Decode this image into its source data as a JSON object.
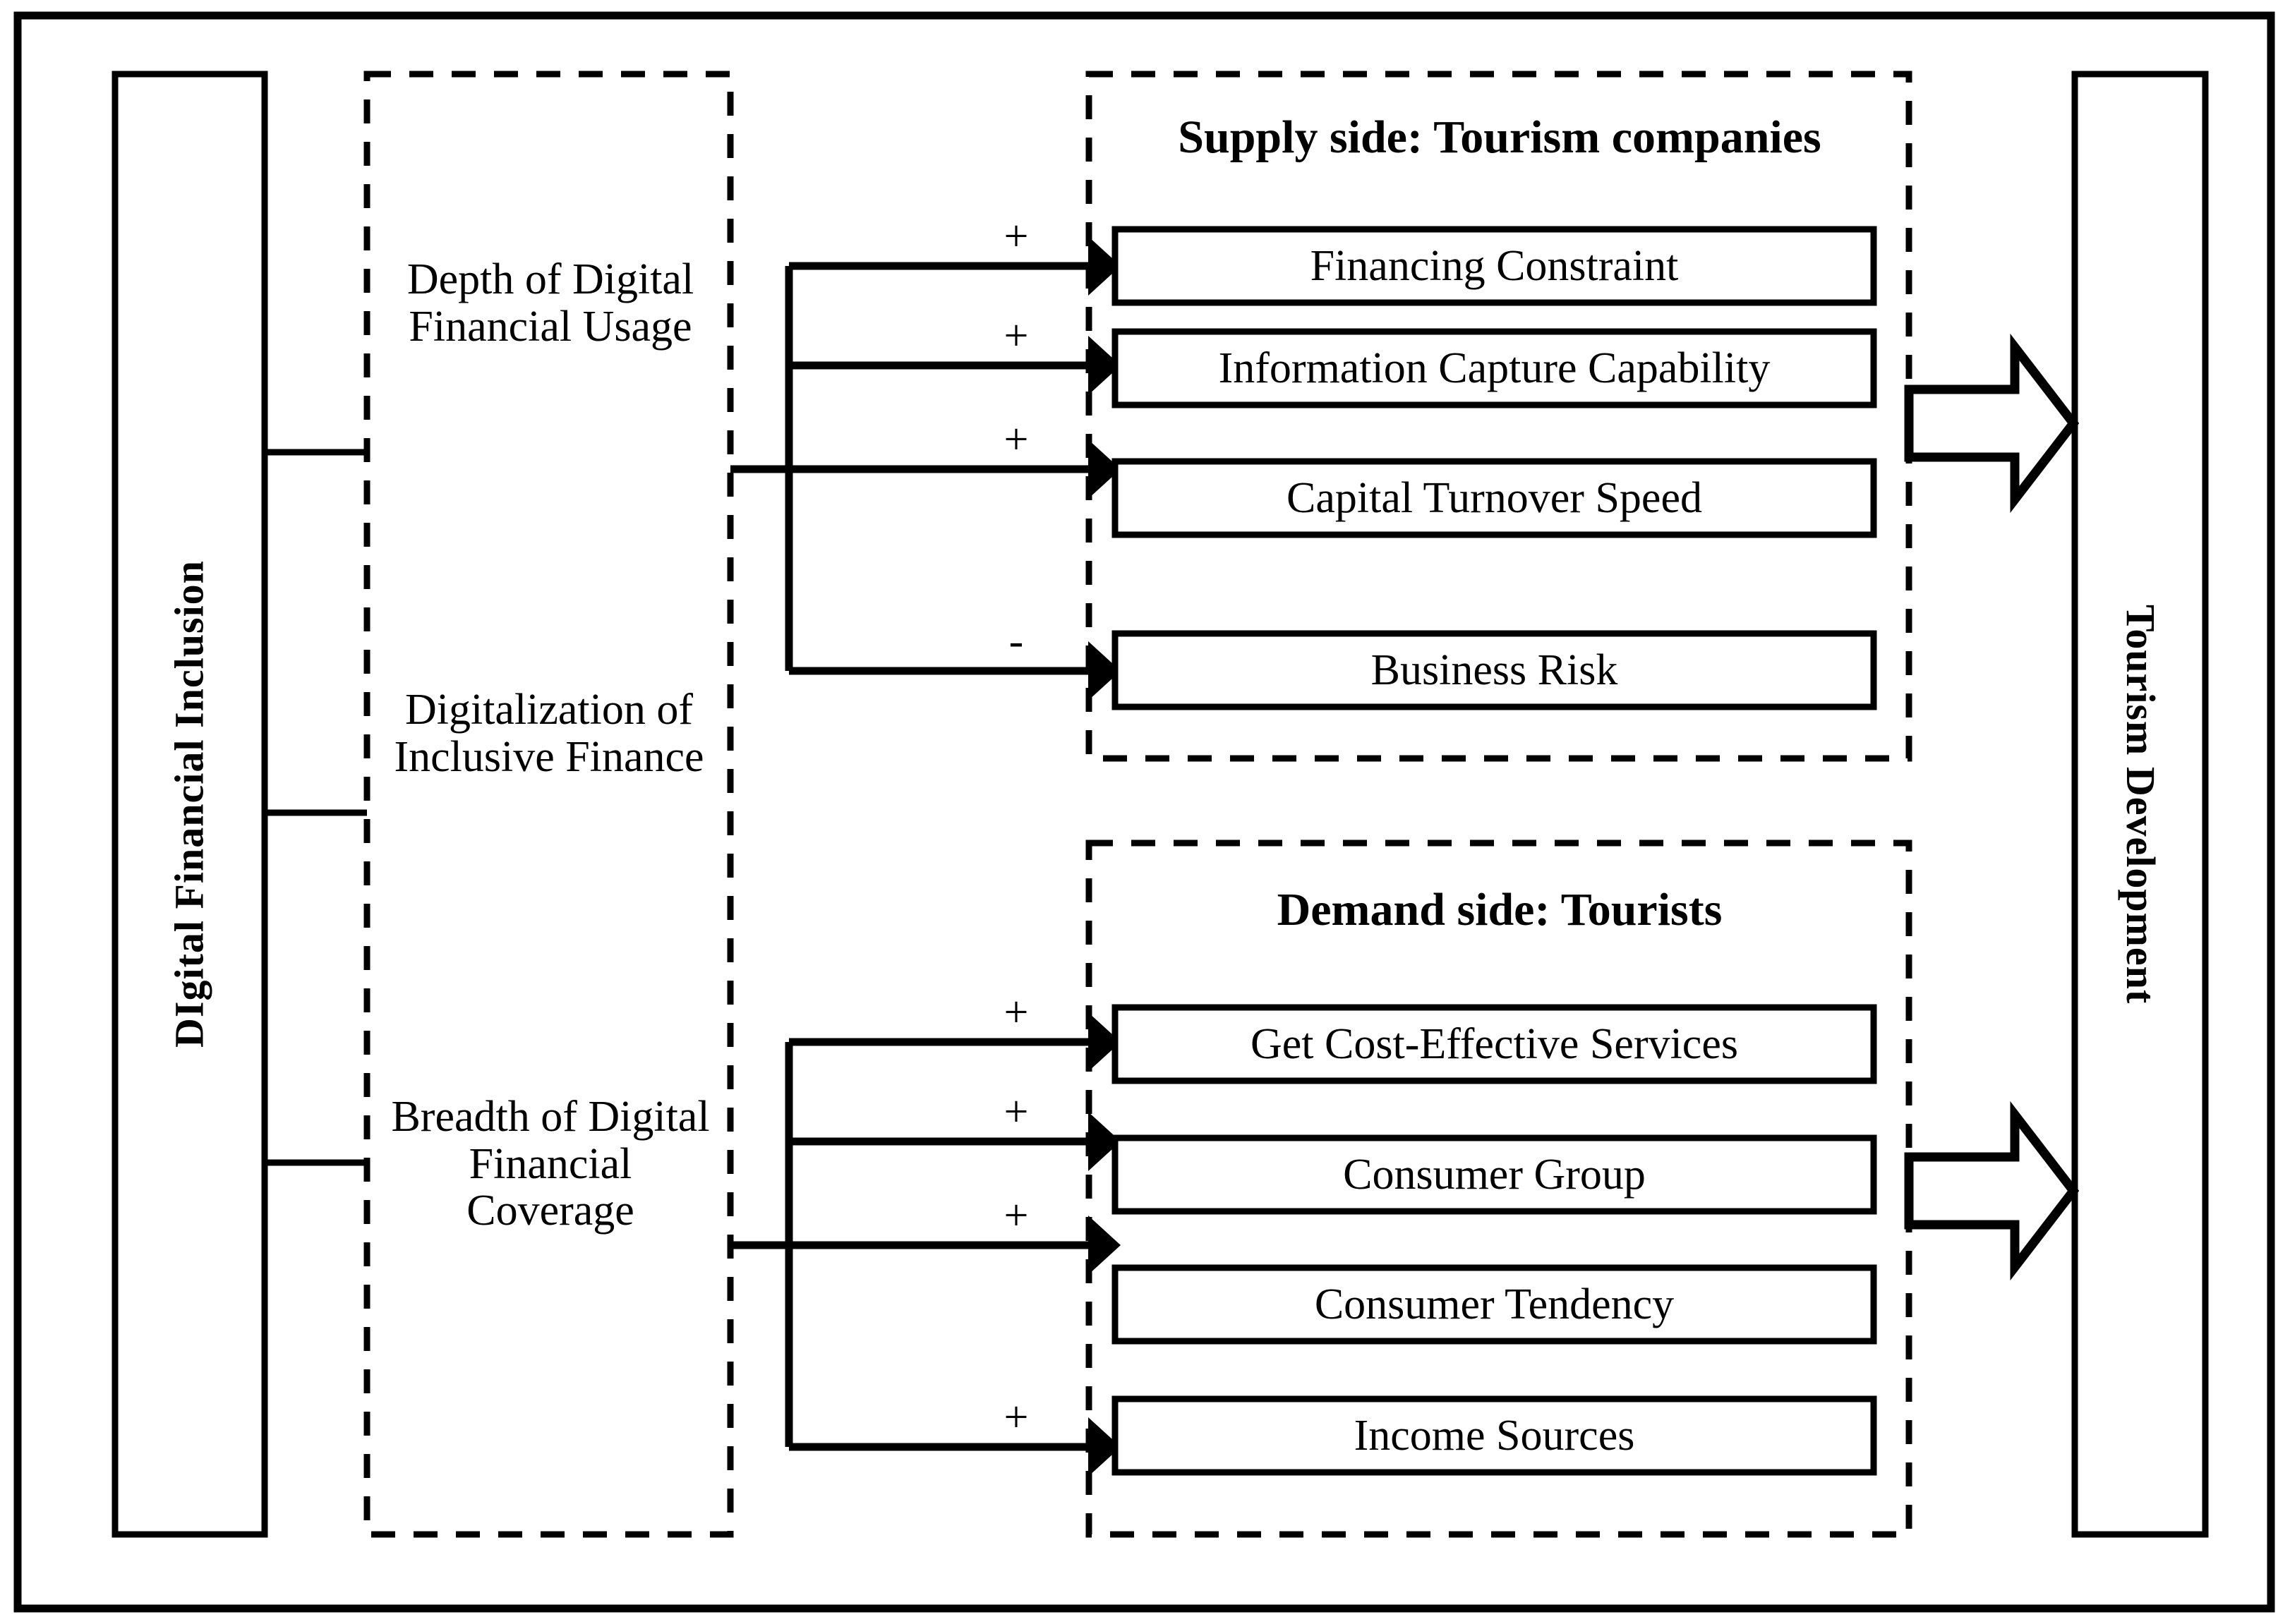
{
  "diagram": {
    "title_left": "DIgital Financial Inclusion",
    "title_right": "Tourism  Development",
    "mediators": [
      {
        "id": "depth",
        "label": "Depth of Digital Financial Usage"
      },
      {
        "id": "digital",
        "label": "Digitalization of Inclusive Finance"
      },
      {
        "id": "breadth",
        "label": "Breadth of Digital Financial Coverage"
      }
    ],
    "groups": [
      {
        "id": "supply",
        "title": "Supply side: Tourism companies",
        "items": [
          {
            "label": "Financing Constraint",
            "sign": "+"
          },
          {
            "label": "Information Capture Capability",
            "sign": "+"
          },
          {
            "label": "Capital Turnover Speed",
            "sign": "+"
          },
          {
            "label": "Business Risk",
            "sign": "-"
          }
        ]
      },
      {
        "id": "demand",
        "title": "Demand side: Tourists",
        "items": [
          {
            "label": "Get Cost-Effective Services",
            "sign": "+"
          },
          {
            "label": "Consumer Group",
            "sign": "+"
          },
          {
            "label": "Consumer Tendency",
            "sign": "+"
          },
          {
            "label": "Income Sources",
            "sign": "+"
          }
        ]
      }
    ],
    "colors": {
      "stroke": "#000000",
      "fill": "#ffffff"
    }
  }
}
